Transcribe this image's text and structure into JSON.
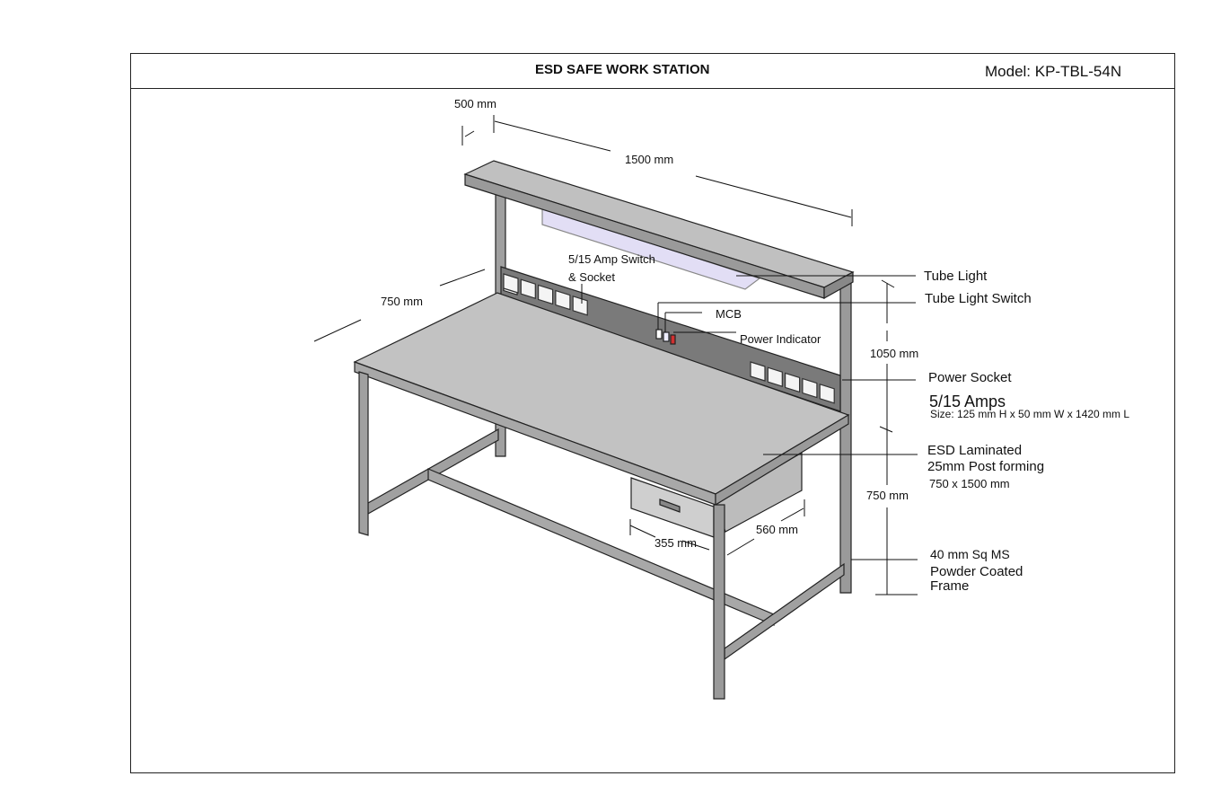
{
  "header": {
    "title": "ESD SAFE WORK STATION",
    "model": "Model: KP-TBL-54N"
  },
  "dimensions": {
    "shelf_depth": "500 mm",
    "shelf_length": "1500 mm",
    "table_depth": "750 mm",
    "overall_height": "1050 mm",
    "table_height": "750 mm",
    "drawer_width": "355 mm",
    "drawer_depth": "560 mm"
  },
  "callouts": {
    "switch_socket": [
      "5/15 Amp Switch",
      "& Socket"
    ],
    "mcb": "MCB",
    "power_indicator": "Power Indicator",
    "tube_light": "Tube Light",
    "tube_light_switch": "Tube Light Switch",
    "power_socket": "Power Socket",
    "amps": "5/15 Amps",
    "size": "Size: 125 mm H x 50 mm W x 1420  mm L",
    "top": [
      "ESD Laminated",
      "25mm Post forming",
      "750 x 1500 mm"
    ],
    "frame": [
      "40 mm Sq MS",
      "Powder Coated",
      "Frame"
    ]
  },
  "colors": {
    "top": "#c2c2c2",
    "panel": "#7a7a7a",
    "frame": "#9a9a9a",
    "light": "#e2def5",
    "indicator": "#d03030"
  }
}
